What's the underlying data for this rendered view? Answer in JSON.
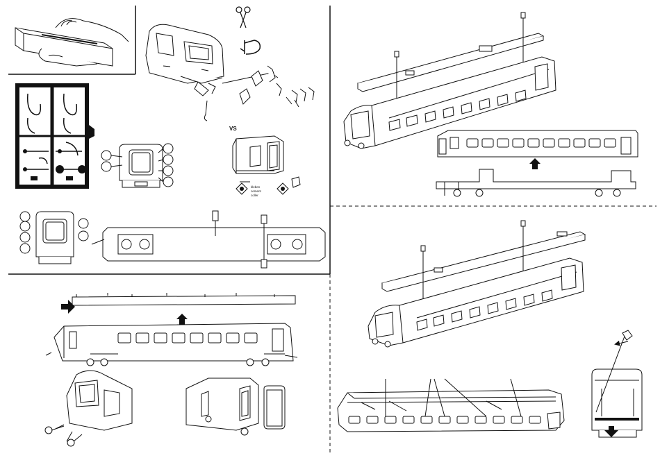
{
  "labels": {
    "vs": "VS",
    "glue_line1": "kleben",
    "glue_line2": "cement",
    "glue_line3": "coller"
  },
  "colors": {
    "ink": "#111111",
    "paper": "#ffffff"
  }
}
